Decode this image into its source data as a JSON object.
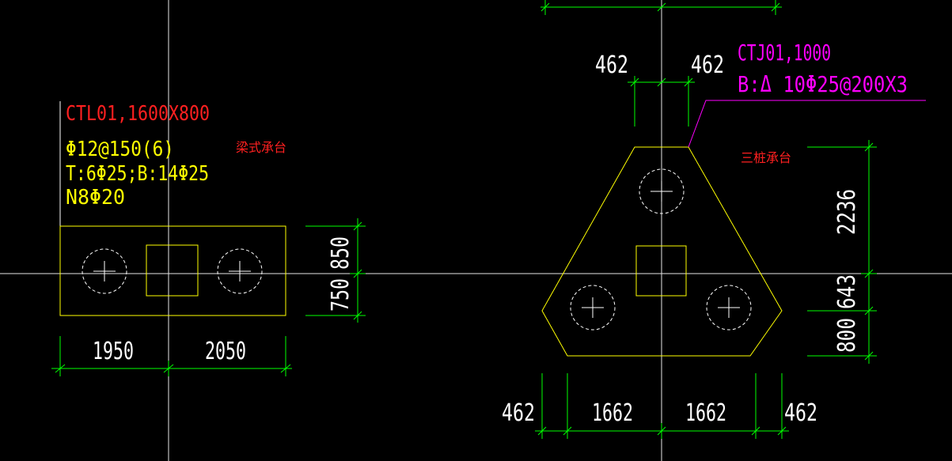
{
  "colors": {
    "background": "#000000",
    "crosshair": "#ffffff",
    "outline": "#ffff00",
    "dimension": "#00ff00",
    "dim_text": "#ffffff",
    "pile": "#ffffff",
    "label_red": "#ff2020",
    "label_magenta": "#ff00ff"
  },
  "left_cap": {
    "name_line": "CTL01,1600X800",
    "stirrup_line": "Φ12@150(6)",
    "bars_line": "T:6Φ25;B:14Φ25",
    "side_bars_line": "N8Φ20",
    "note": "梁式承台",
    "dims": {
      "bottom_left": "1950",
      "bottom_right": "2050",
      "side_upper": "850",
      "side_lower": "750"
    }
  },
  "right_cap": {
    "name_line": "CTJ01,1000",
    "bars_line": "B:Δ 10Φ25@200X3",
    "note": "三桩承台",
    "dims": {
      "top_left": "462",
      "top_right": "462",
      "side_top": "2236",
      "side_mid": "643",
      "side_bottom": "800",
      "bottom_1": "462",
      "bottom_2": "1662",
      "bottom_3": "1662",
      "bottom_4": "462"
    }
  }
}
